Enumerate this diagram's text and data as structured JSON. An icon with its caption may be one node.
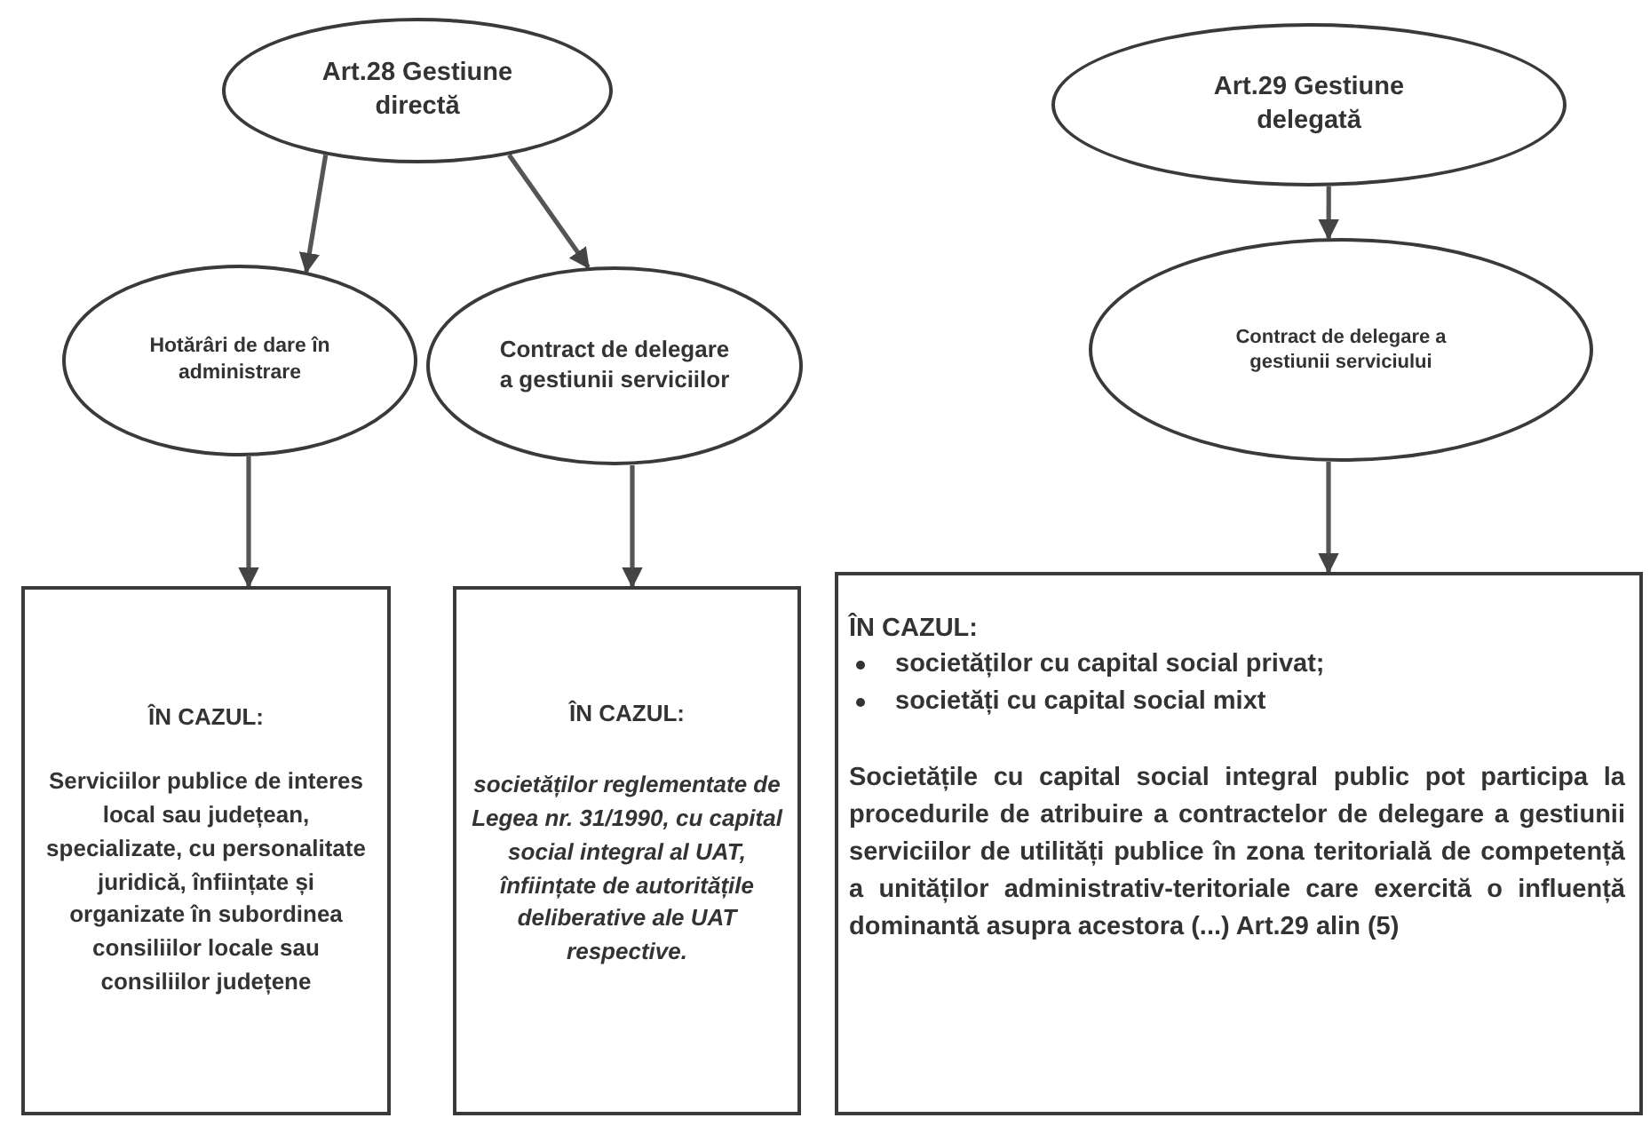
{
  "diagram": {
    "nodes": [
      {
        "text": [
          "Art.28 Gestiune directă"
        ]
      },
      {
        "text": [
          "Art.29 Gestiune delegată"
        ]
      },
      {
        "text": [
          "Hotărâri de dare în administrare"
        ]
      },
      {
        "text": [
          "Contract de delegare a gestiunii serviciilor"
        ]
      },
      {
        "text": [
          "Contract de delegare a gestiunii serviciului"
        ]
      },
      {
        "text": [
          "ÎN CAZUL:",
          "Serviciilor publice de interes local sau județean, specializate, cu personalitate juridică, înființate și organizate în subordinea consiliilor locale sau consiliilor județene"
        ]
      },
      {
        "text": [
          "ÎN CAZUL:",
          "societăților reglementate de Legea nr. 31/1990, cu capital social integral al UAT, înființate de autoritățile deliberative ale UAT respective."
        ]
      },
      {
        "text": [
          "ÎN CAZUL:",
          "societăților cu capital social privat;",
          "societăți cu capital social mixt",
          "Societățile cu capital social integral public pot participa la procedurile de atribuire a contractelor de delegare a gestiunii serviciilor de utilități publice în zona teritorială de competență a unităților administrativ-teritoriale care exercită o influență dominantă asupra acestora (...) Art.29 alin (5)"
        ]
      }
    ],
    "edges": [
      {
        "from": 0,
        "to": 2,
        "arrow": "to"
      },
      {
        "from": 0,
        "to": 3,
        "arrow": "to"
      },
      {
        "from": 1,
        "to": 4,
        "arrow": "to"
      },
      {
        "from": 2,
        "to": 5,
        "arrow": "to"
      },
      {
        "from": 3,
        "to": 6,
        "arrow": "to"
      },
      {
        "from": 4,
        "to": 7,
        "arrow": "to"
      }
    ]
  }
}
